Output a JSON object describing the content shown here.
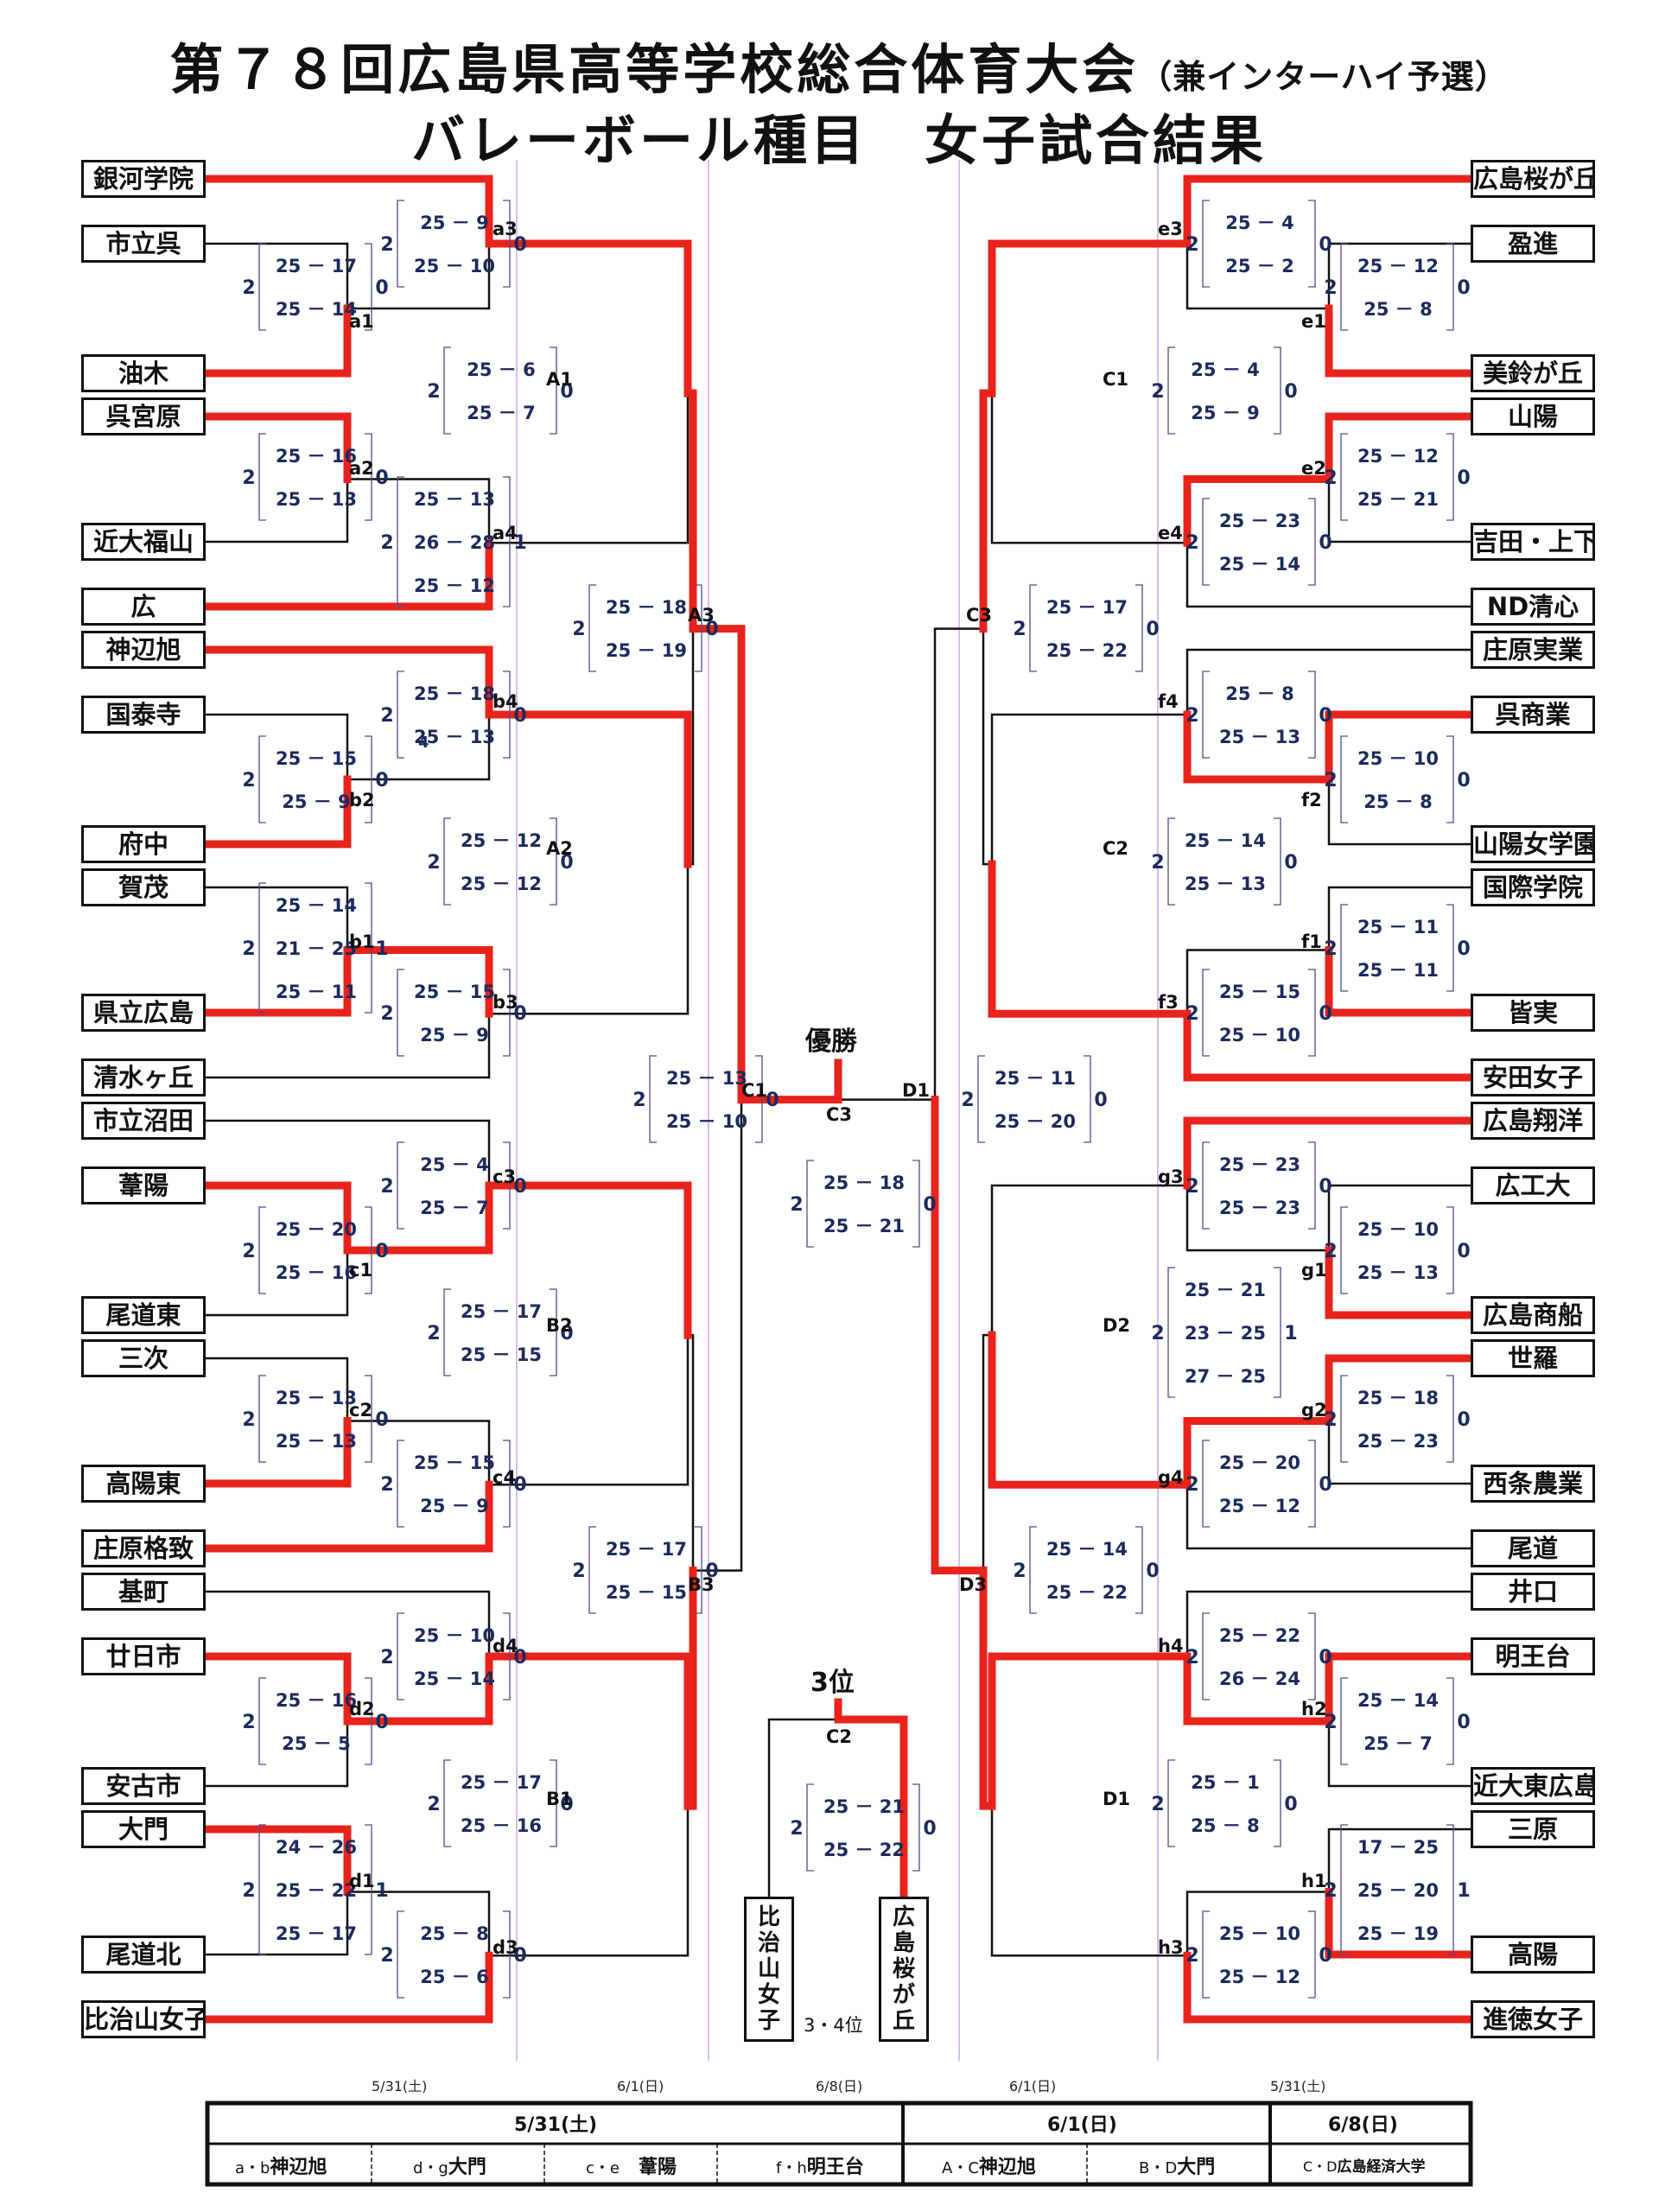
{
  "title": {
    "main": "第７８回広島県高等学校総合体育大会",
    "sub": "（兼インターハイ予選）",
    "line2": "バレーボール種目　女子試合結果"
  },
  "left_teams": [
    "銀河学院",
    "市立呉",
    "油木",
    "呉宮原",
    "近大福山",
    "広",
    "神辺旭",
    "国泰寺",
    "府中",
    "賀茂",
    "県立広島",
    "清水ヶ丘",
    "市立沼田",
    "葦陽",
    "尾道東",
    "三次",
    "高陽東",
    "庄原格致",
    "基町",
    "廿日市",
    "安古市",
    "大門",
    "尾道北",
    "比治山女子"
  ],
  "right_teams": [
    "広島桜が丘",
    "盈進",
    "美鈴が丘",
    "山陽",
    "吉田・上下",
    "ND清心",
    "庄原実業",
    "呉商業",
    "山陽女学園",
    "国際学院",
    "皆実",
    "安田女子",
    "広島翔洋",
    "広工大",
    "広島商船",
    "世羅",
    "西条農業",
    "尾道",
    "井口",
    "明王台",
    "近大東広島",
    "三原",
    "高陽",
    "進徳女子"
  ],
  "final_labels": {
    "champion": "優勝",
    "third": "3位",
    "third_place_label": "3・4位"
  },
  "third_place_teams": [
    "比治山女子",
    "広島桜が丘"
  ],
  "dates_row": [
    "5/31(土)",
    "6/1(日)",
    "6/8(日)",
    "6/1(日)",
    "5/31(土)"
  ],
  "matches": [
    {
      "label": "a1",
      "sets": "2",
      "loss": "0",
      "scores": [
        "25 － 17",
        "25 － 14"
      ]
    },
    {
      "label": "a2",
      "sets": "2",
      "loss": "0",
      "scores": [
        "25 － 16",
        "25 － 13"
      ]
    },
    {
      "label": "a3",
      "sets": "2",
      "loss": "0",
      "scores": [
        "25 － 9",
        "25 － 10"
      ]
    },
    {
      "label": "a4",
      "sets": "2",
      "loss": "1",
      "scores": [
        "25 － 13",
        "26 － 28",
        "25 － 12"
      ]
    },
    {
      "label": "A1",
      "sets": "2",
      "loss": "0",
      "scores": [
        "25 － 6",
        "25 － 7"
      ]
    },
    {
      "label": "A3",
      "sets": "2",
      "loss": "0",
      "scores": [
        "25 － 18",
        "25 － 19"
      ]
    },
    {
      "label": "b4",
      "sets": "2",
      "loss": "0",
      "extra": "4",
      "scores": [
        "25 － 18",
        "25 － 13"
      ]
    },
    {
      "label": "b2",
      "sets": "2",
      "loss": "0",
      "scores": [
        "25 － 15",
        "25 － 9"
      ]
    },
    {
      "label": "A2",
      "sets": "2",
      "loss": "0",
      "scores": [
        "25 － 12",
        "25 － 12"
      ]
    },
    {
      "label": "b1",
      "sets": "2",
      "loss": "1",
      "scores": [
        "25 － 14",
        "21 － 25",
        "25 － 11"
      ]
    },
    {
      "label": "b3",
      "sets": "2",
      "loss": "0",
      "scores": [
        "25 － 15",
        "25 － 9"
      ]
    },
    {
      "label": "C1",
      "sets": "2",
      "loss": "0",
      "scores": [
        "25 － 13",
        "25 － 10"
      ]
    },
    {
      "label": "c3",
      "sets": "2",
      "loss": "0",
      "scores": [
        "25 － 4",
        "25 － 7"
      ]
    },
    {
      "label": "c1",
      "sets": "2",
      "loss": "0",
      "scores": [
        "25 － 20",
        "25 － 16"
      ]
    },
    {
      "label": "B2",
      "sets": "2",
      "loss": "0",
      "scores": [
        "25 － 17",
        "25 － 15"
      ]
    },
    {
      "label": "c2",
      "sets": "2",
      "loss": "0",
      "scores": [
        "25 － 13",
        "25 － 13"
      ]
    },
    {
      "label": "c4",
      "sets": "2",
      "loss": "0",
      "scores": [
        "25 － 15",
        "25 － 9"
      ]
    },
    {
      "label": "B3",
      "sets": "2",
      "loss": "0",
      "scores": [
        "25 － 17",
        "25 － 15"
      ]
    },
    {
      "label": "d4",
      "sets": "2",
      "loss": "0",
      "scores": [
        "25 － 10",
        "25 － 14"
      ]
    },
    {
      "label": "d2",
      "sets": "2",
      "loss": "0",
      "scores": [
        "25 － 16",
        "25 － 5"
      ]
    },
    {
      "label": "B1",
      "sets": "2",
      "loss": "0",
      "scores": [
        "25 － 17",
        "25 － 16"
      ]
    },
    {
      "label": "d1",
      "sets": "2",
      "loss": "1",
      "scores": [
        "24 － 26",
        "25 － 22",
        "25 － 17"
      ]
    },
    {
      "label": "d3",
      "sets": "2",
      "loss": "0",
      "scores": [
        "25 － 8",
        "25 － 6"
      ]
    },
    {
      "label": "C3",
      "sets": "2",
      "loss": "0",
      "scores": [
        "25 － 18",
        "25 － 21"
      ]
    },
    {
      "label": "C2",
      "sets": "2",
      "loss": "0",
      "scores": [
        "25 － 21",
        "25 － 22"
      ]
    },
    {
      "label": "e3",
      "sets": "2",
      "loss": "0",
      "scores": [
        "25 － 4",
        "25 － 2"
      ]
    },
    {
      "label": "e1",
      "sets": "2",
      "loss": "0",
      "scores": [
        "25 － 12",
        "25 － 8"
      ]
    },
    {
      "label": "C1",
      "sets": "2",
      "loss": "0",
      "scores": [
        "25 － 4",
        "25 － 9"
      ]
    },
    {
      "label": "e2",
      "sets": "2",
      "loss": "0",
      "scores": [
        "25 － 12",
        "25 － 21"
      ]
    },
    {
      "label": "e4",
      "sets": "2",
      "loss": "0",
      "scores": [
        "25 － 23",
        "25 － 14"
      ]
    },
    {
      "label": "C3",
      "sets": "2",
      "loss": "0",
      "scores": [
        "25 － 17",
        "25 － 22"
      ]
    },
    {
      "label": "f4",
      "sets": "2",
      "loss": "0",
      "scores": [
        "25 － 8",
        "25 － 13"
      ]
    },
    {
      "label": "f2",
      "sets": "2",
      "loss": "0",
      "scores": [
        "25 － 10",
        "25 － 8"
      ]
    },
    {
      "label": "C2",
      "sets": "2",
      "loss": "0",
      "scores": [
        "25 － 14",
        "25 － 13"
      ]
    },
    {
      "label": "f1",
      "sets": "2",
      "loss": "0",
      "scores": [
        "25 － 11",
        "25 － 11"
      ]
    },
    {
      "label": "f3",
      "sets": "2",
      "loss": "0",
      "scores": [
        "25 － 15",
        "25 － 10"
      ]
    },
    {
      "label": "D1",
      "sets": "2",
      "loss": "0",
      "scores": [
        "25 － 11",
        "25 － 20"
      ]
    },
    {
      "label": "g3",
      "sets": "2",
      "loss": "0",
      "scores": [
        "25 － 23",
        "25 － 23"
      ]
    },
    {
      "label": "g1",
      "sets": "2",
      "loss": "0",
      "scores": [
        "25 － 10",
        "25 － 13"
      ]
    },
    {
      "label": "D2",
      "sets": "2",
      "loss": "1",
      "scores": [
        "25 － 21",
        "23 － 25",
        "27 － 25"
      ]
    },
    {
      "label": "g2",
      "sets": "2",
      "loss": "0",
      "scores": [
        "25 － 18",
        "25 － 23"
      ]
    },
    {
      "label": "g4",
      "sets": "2",
      "loss": "0",
      "scores": [
        "25 － 20",
        "25 － 12"
      ]
    },
    {
      "label": "D3",
      "sets": "2",
      "loss": "0",
      "scores": [
        "25 － 14",
        "25 － 22"
      ]
    },
    {
      "label": "h4",
      "sets": "2",
      "loss": "0",
      "scores": [
        "25 － 22",
        "26 － 24"
      ]
    },
    {
      "label": "h2",
      "sets": "2",
      "loss": "0",
      "scores": [
        "25 － 14",
        "25 － 7"
      ]
    },
    {
      "label": "D1",
      "sets": "2",
      "loss": "0",
      "scores": [
        "25 － 1",
        "25 － 8"
      ]
    },
    {
      "label": "h1",
      "sets": "2",
      "loss": "1",
      "scores": [
        "17 － 25",
        "25 － 20",
        "25 － 19"
      ]
    },
    {
      "label": "h3",
      "sets": "2",
      "loss": "0",
      "scores": [
        "25 － 10",
        "25 － 12"
      ]
    }
  ],
  "venue_table": {
    "headers": [
      "5/31(土)",
      "6/1(日)",
      "6/8(日)"
    ],
    "cells": [
      {
        "key": "a・b",
        "venue": "神辺旭"
      },
      {
        "key": "d・g",
        "venue": "大門"
      },
      {
        "key": "c・e",
        "venue": "葦陽"
      },
      {
        "key": "f・h",
        "venue": "明王台"
      },
      {
        "key": "A・C",
        "venue": "神辺旭"
      },
      {
        "key": "B・D",
        "venue": "大門"
      },
      {
        "key": "C・D",
        "venue": "広島経済大学"
      }
    ]
  },
  "colors": {
    "winner": "#e8231c",
    "line": "#111111",
    "score": "#1c2a5c",
    "guide": "#c9a8e6"
  }
}
